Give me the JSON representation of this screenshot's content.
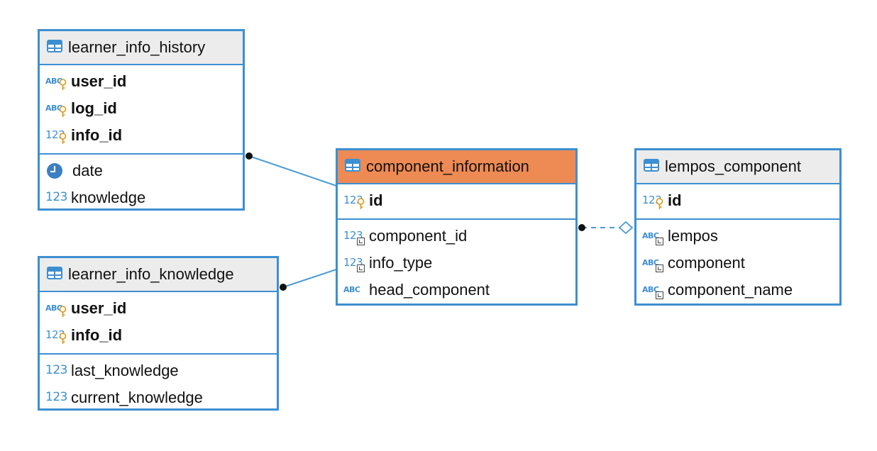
{
  "tables": {
    "learner_info_history": {
      "title": "learner_info_history",
      "keys": [
        {
          "type": "ABC",
          "name": "user_id"
        },
        {
          "type": "ABC",
          "name": "log_id"
        },
        {
          "type": "123",
          "name": "info_id"
        }
      ],
      "columns": [
        {
          "type": "clock",
          "name": "date"
        },
        {
          "type": "123",
          "name": "knowledge"
        }
      ]
    },
    "learner_info_knowledge": {
      "title": "learner_info_knowledge",
      "keys": [
        {
          "type": "ABC",
          "name": "user_id"
        },
        {
          "type": "123",
          "name": "info_id"
        }
      ],
      "columns": [
        {
          "type": "123",
          "name": "last_knowledge"
        },
        {
          "type": "123",
          "name": "current_knowledge"
        }
      ]
    },
    "component_information": {
      "title": "component_information",
      "keys": [
        {
          "type": "123",
          "name": "id"
        }
      ],
      "columns": [
        {
          "type": "123",
          "name": "component_id"
        },
        {
          "type": "123",
          "name": "info_type"
        },
        {
          "type": "ABC",
          "name": "head_component"
        }
      ]
    },
    "lempos_component": {
      "title": "lempos_component",
      "keys": [
        {
          "type": "123",
          "name": "id"
        }
      ],
      "columns": [
        {
          "type": "ABC",
          "name": "lempos"
        },
        {
          "type": "ABC",
          "name": "component"
        },
        {
          "type": "ABC",
          "name": "component_name"
        }
      ]
    }
  },
  "colors": {
    "border": "#3d8fd1",
    "header": "#ececec",
    "active_header": "#ee8a53",
    "link": "#4a9bd6"
  }
}
